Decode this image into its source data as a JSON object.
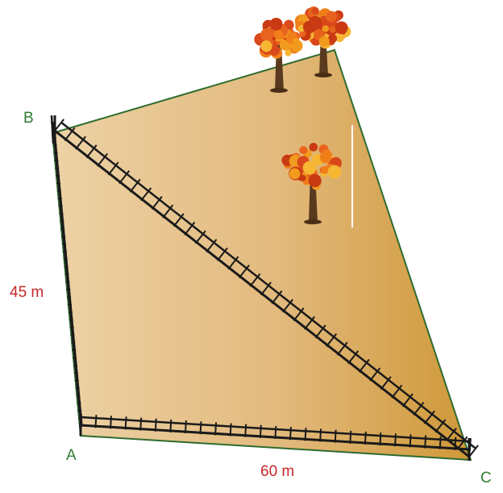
{
  "vertices": {
    "A": "A",
    "B": "B",
    "C": "C"
  },
  "measurements": {
    "AB": "45 m",
    "AC": "60 m"
  },
  "colors": {
    "vertex_label": "#2e7d32",
    "measure_label": "#c62828",
    "field_light": "#e9c898",
    "field_dark": "#d19a3c",
    "field_edge": "#2e6b2e",
    "fence": "#1a1a1a",
    "trunk": "#5a3a1e"
  },
  "icons": [
    "tree-icon",
    "fence-icon"
  ]
}
